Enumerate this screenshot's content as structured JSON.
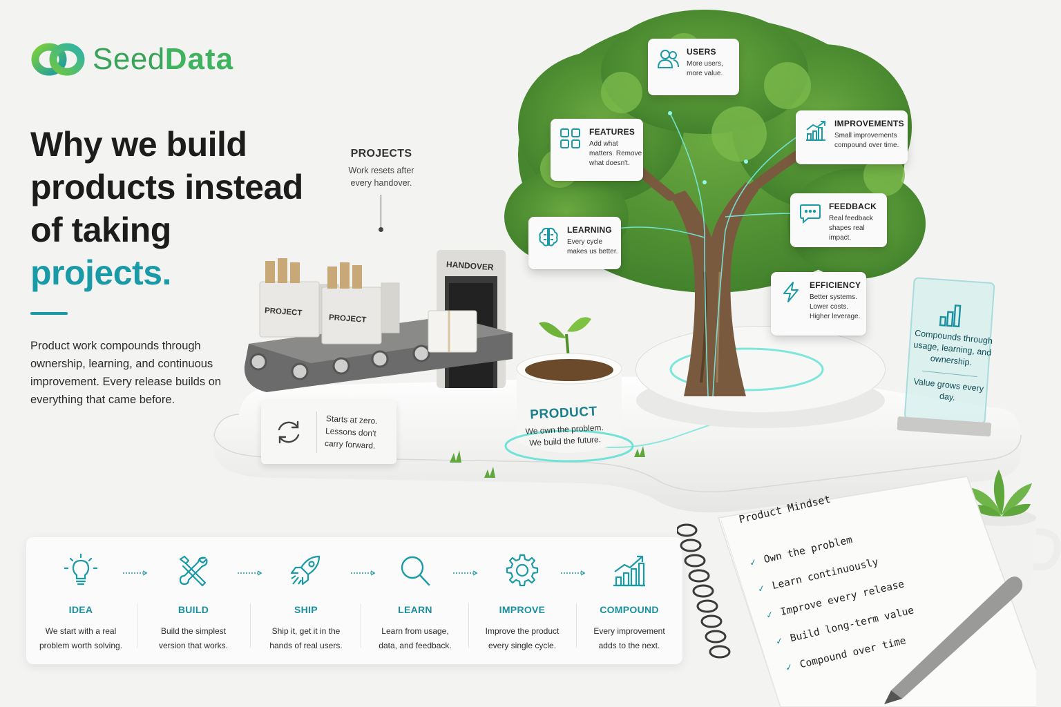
{
  "brand": {
    "part1": "Seed",
    "part2": "Data"
  },
  "headline": {
    "line1": "Why we build",
    "line2": "products instead",
    "line3": "of taking",
    "accent": "projects."
  },
  "intro": "Product work compounds through ownership, learning, and continuous improvement. Every release builds on everything that came before.",
  "projects_callout": {
    "title": "PROJECTS",
    "desc": "Work resets after every handover."
  },
  "conveyor": {
    "box1": "PROJECT",
    "box2": "PROJECT",
    "gate": "HANDOVER"
  },
  "zero_card": {
    "text": "Starts at zero. Lessons don't carry forward.",
    "icon": "refresh-icon"
  },
  "product": {
    "title": "PRODUCT",
    "line1": "We own the problem.",
    "line2": "We build the future."
  },
  "tree_cards": {
    "users": {
      "title": "USERS",
      "desc": "More users, more value.",
      "icon": "users-icon"
    },
    "features": {
      "title": "FEATURES",
      "desc": "Add what matters. Remove what doesn't.",
      "icon": "grid-icon"
    },
    "improvements": {
      "title": "IMPROVEMENTS",
      "desc": "Small improvements compound over time.",
      "icon": "growth-chart-icon"
    },
    "feedback": {
      "title": "FEEDBACK",
      "desc": "Real feedback shapes real impact.",
      "icon": "chat-icon"
    },
    "learning": {
      "title": "LEARNING",
      "desc": "Every cycle makes us better.",
      "icon": "brain-icon"
    },
    "efficiency": {
      "title": "EFFICIENCY",
      "desc": "Better systems. Lower costs. Higher leverage.",
      "icon": "bolt-icon"
    }
  },
  "glass_sign": {
    "text": "Compounds through usage, learning, and ownership.",
    "subtext": "Value grows every day."
  },
  "process": [
    {
      "name": "IDEA",
      "desc1": "We start with a real",
      "desc2": "problem worth solving.",
      "icon": "lightbulb-icon"
    },
    {
      "name": "BUILD",
      "desc1": "Build the simplest",
      "desc2": "version that works.",
      "icon": "tools-icon"
    },
    {
      "name": "SHIP",
      "desc1": "Ship it, get it in the",
      "desc2": "hands of real users.",
      "icon": "rocket-icon"
    },
    {
      "name": "LEARN",
      "desc1": "Learn from usage,",
      "desc2": "data, and feedback.",
      "icon": "magnifier-icon"
    },
    {
      "name": "IMPROVE",
      "desc1": "Improve the product",
      "desc2": "every single cycle.",
      "icon": "gear-icon"
    },
    {
      "name": "COMPOUND",
      "desc1": "Every improvement",
      "desc2": "adds to the next.",
      "icon": "growth-chart-icon"
    }
  ],
  "notebook": {
    "title": "Product Mindset",
    "items": [
      "Own the problem",
      "Learn continuously",
      "Improve every release",
      "Build long-term value",
      "Compound over time"
    ]
  },
  "colors": {
    "accent": "#1a9aa6",
    "brand_green": "#3aa35a",
    "leaf": "#5a9a3a"
  }
}
